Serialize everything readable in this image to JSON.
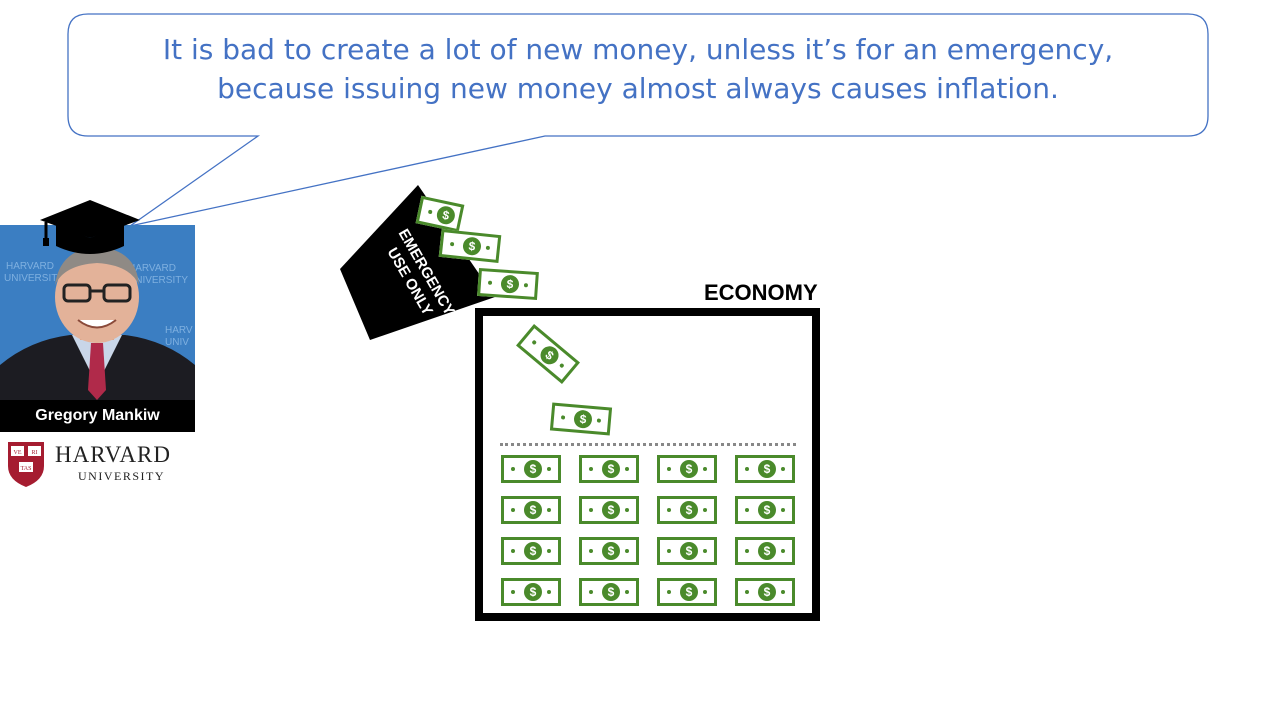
{
  "quote": {
    "line1": "It is bad to create a lot of new money, unless it’s for an emergency,",
    "line2": "because issuing new money almost always causes inflation."
  },
  "person": {
    "name": "Gregory Mankiw"
  },
  "university": {
    "name": "HARVARD",
    "subtitle": "UNIVERSITY",
    "shield_text": [
      "VE",
      "RI",
      "TAS"
    ]
  },
  "emergency_box": {
    "line1": "EMERGENCY",
    "line2": "USE ONLY"
  },
  "economy": {
    "label": "ECONOMY",
    "rows": 4,
    "cols": 4
  },
  "bill_symbol": "$",
  "colors": {
    "quote": "#4472c4",
    "money": "#4a8a2b",
    "bubble_border": "#4472c4",
    "crimson": "#a51c30"
  },
  "photo_backdrop_text": [
    "HARVARD",
    "UNIVERSITY",
    "HARV",
    "UNIV"
  ]
}
